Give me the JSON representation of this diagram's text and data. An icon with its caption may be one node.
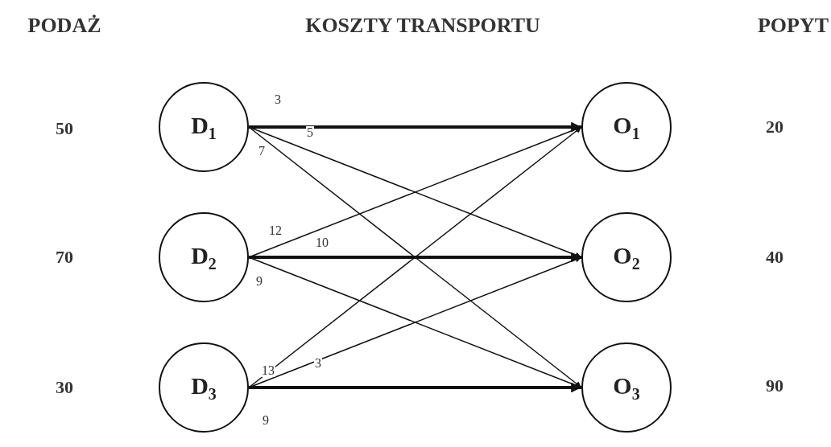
{
  "diagram": {
    "nodes": [
      {
        "text": [
          "D$_{1}$"
        ]
      },
      {
        "text": [
          "D$_{2}$"
        ]
      },
      {
        "text": [
          "D$_{3}$"
        ]
      },
      {
        "text": [
          "O$_{1}$"
        ]
      },
      {
        "text": [
          "O$_{2}$"
        ]
      },
      {
        "text": [
          "O$_{3}$"
        ]
      }
    ],
    "edges": [
      {
        "from": 0,
        "to": 3,
        "arrow": "to",
        "label": "3",
        "style": "thick"
      },
      {
        "from": 0,
        "to": 4,
        "arrow": "to",
        "label": "5"
      },
      {
        "from": 0,
        "to": 5,
        "arrow": "to",
        "label": "7"
      },
      {
        "from": 1,
        "to": 3,
        "arrow": "to",
        "label": "12"
      },
      {
        "from": 1,
        "to": 4,
        "arrow": "to",
        "label": "10",
        "style": "thick"
      },
      {
        "from": 1,
        "to": 5,
        "arrow": "to",
        "label": "9"
      },
      {
        "from": 2,
        "to": 3,
        "arrow": "to",
        "label": "13"
      },
      {
        "from": 2,
        "to": 4,
        "arrow": "to",
        "label": "3"
      },
      {
        "from": 2,
        "to": 5,
        "arrow": "to",
        "label": "9",
        "style": "thick"
      }
    ],
    "labels": [
      "PODAŻ",
      "KOSZTY TRANSPORTU",
      "POPYT",
      "50",
      "20",
      "70",
      "40",
      "30",
      "90"
    ]
  }
}
